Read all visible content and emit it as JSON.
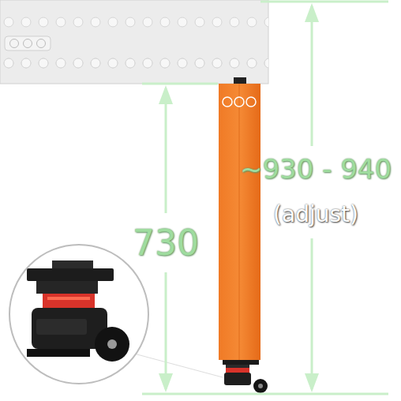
{
  "diagram": {
    "labels": [
      "730",
      "~930 - 940",
      "(adjust)"
    ]
  }
}
